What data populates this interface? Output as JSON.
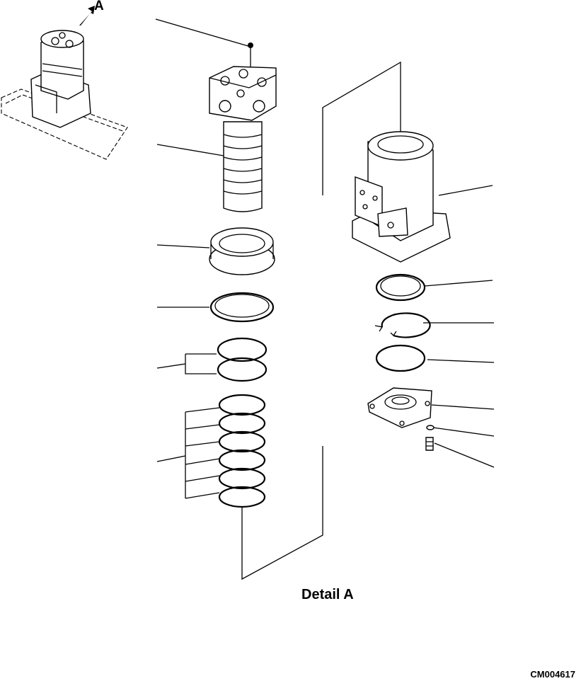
{
  "view": {
    "letter": "A",
    "caption": "Detail A"
  },
  "figure": {
    "code": "CM004617"
  },
  "colors": {
    "line": "#000000",
    "background": "#ffffff"
  }
}
